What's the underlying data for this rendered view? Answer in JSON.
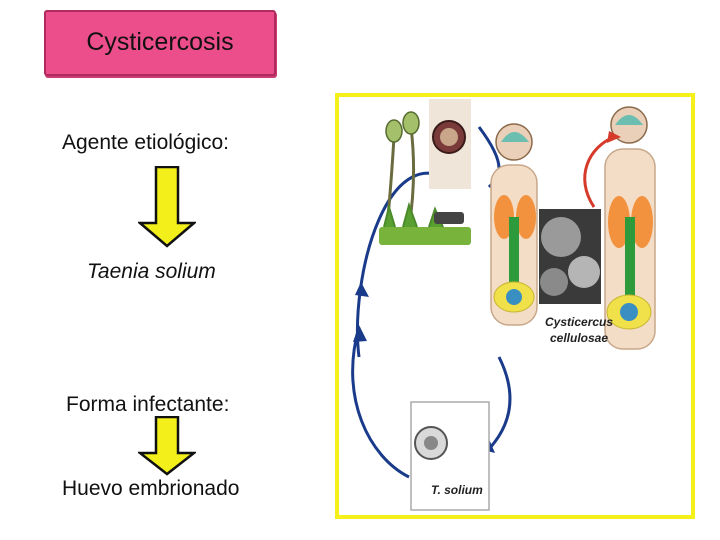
{
  "title": "Cysticercosis",
  "left_panel": {
    "label_agent": "Agente etiológico:",
    "agent_name": "Taenia solium",
    "label_form": "Forma infectante:",
    "form_name": "Huevo embrionado"
  },
  "figure": {
    "label_cysticercus_1": "Cysticercus",
    "label_cysticercus_2": "cellulosae",
    "label_egg": "T. solium"
  },
  "colors": {
    "title_bg": "#ec4e8b",
    "arrow_fill": "#f2ef1a",
    "figure_border": "#f5ef1a"
  }
}
